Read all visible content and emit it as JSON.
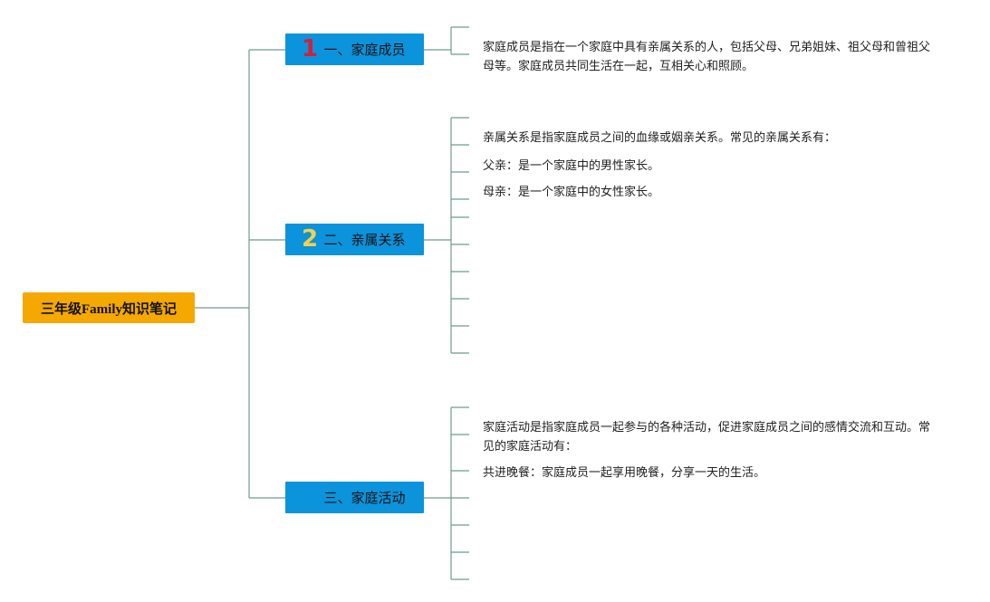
{
  "root": {
    "title": "三年级Family知识笔记"
  },
  "branches": [
    {
      "number": "1",
      "title": "一、家庭成员",
      "leaves": [
        "家庭成员是指在一个家庭中具有亲属关系的人，包括父母、兄弟姐妹、祖父母和曾祖父母等。家庭成员共同生活在一起，互相关心和照顾。"
      ]
    },
    {
      "number": "2",
      "title": "二、亲属关系",
      "leaves": [
        "亲属关系是指家庭成员之间的血缘或姻亲关系。常见的亲属关系有：",
        "父亲：是一个家庭中的男性家长。",
        "母亲：是一个家庭中的女性家长。"
      ]
    },
    {
      "number": "",
      "title": "三、家庭活动",
      "leaves": [
        "家庭活动是指家庭成员一起参与的各种活动，促进家庭成员之间的感情交流和互动。常见的家庭活动有：",
        "共进晚餐：家庭成员一起享用晚餐，分享一天的生活。"
      ]
    }
  ],
  "colors": {
    "root_fill": "#f5a800",
    "branch_fill": "#0b93dc",
    "connector": "#6e9c8c",
    "number_1": "#d3203a",
    "number_2": "#f5d04a"
  }
}
